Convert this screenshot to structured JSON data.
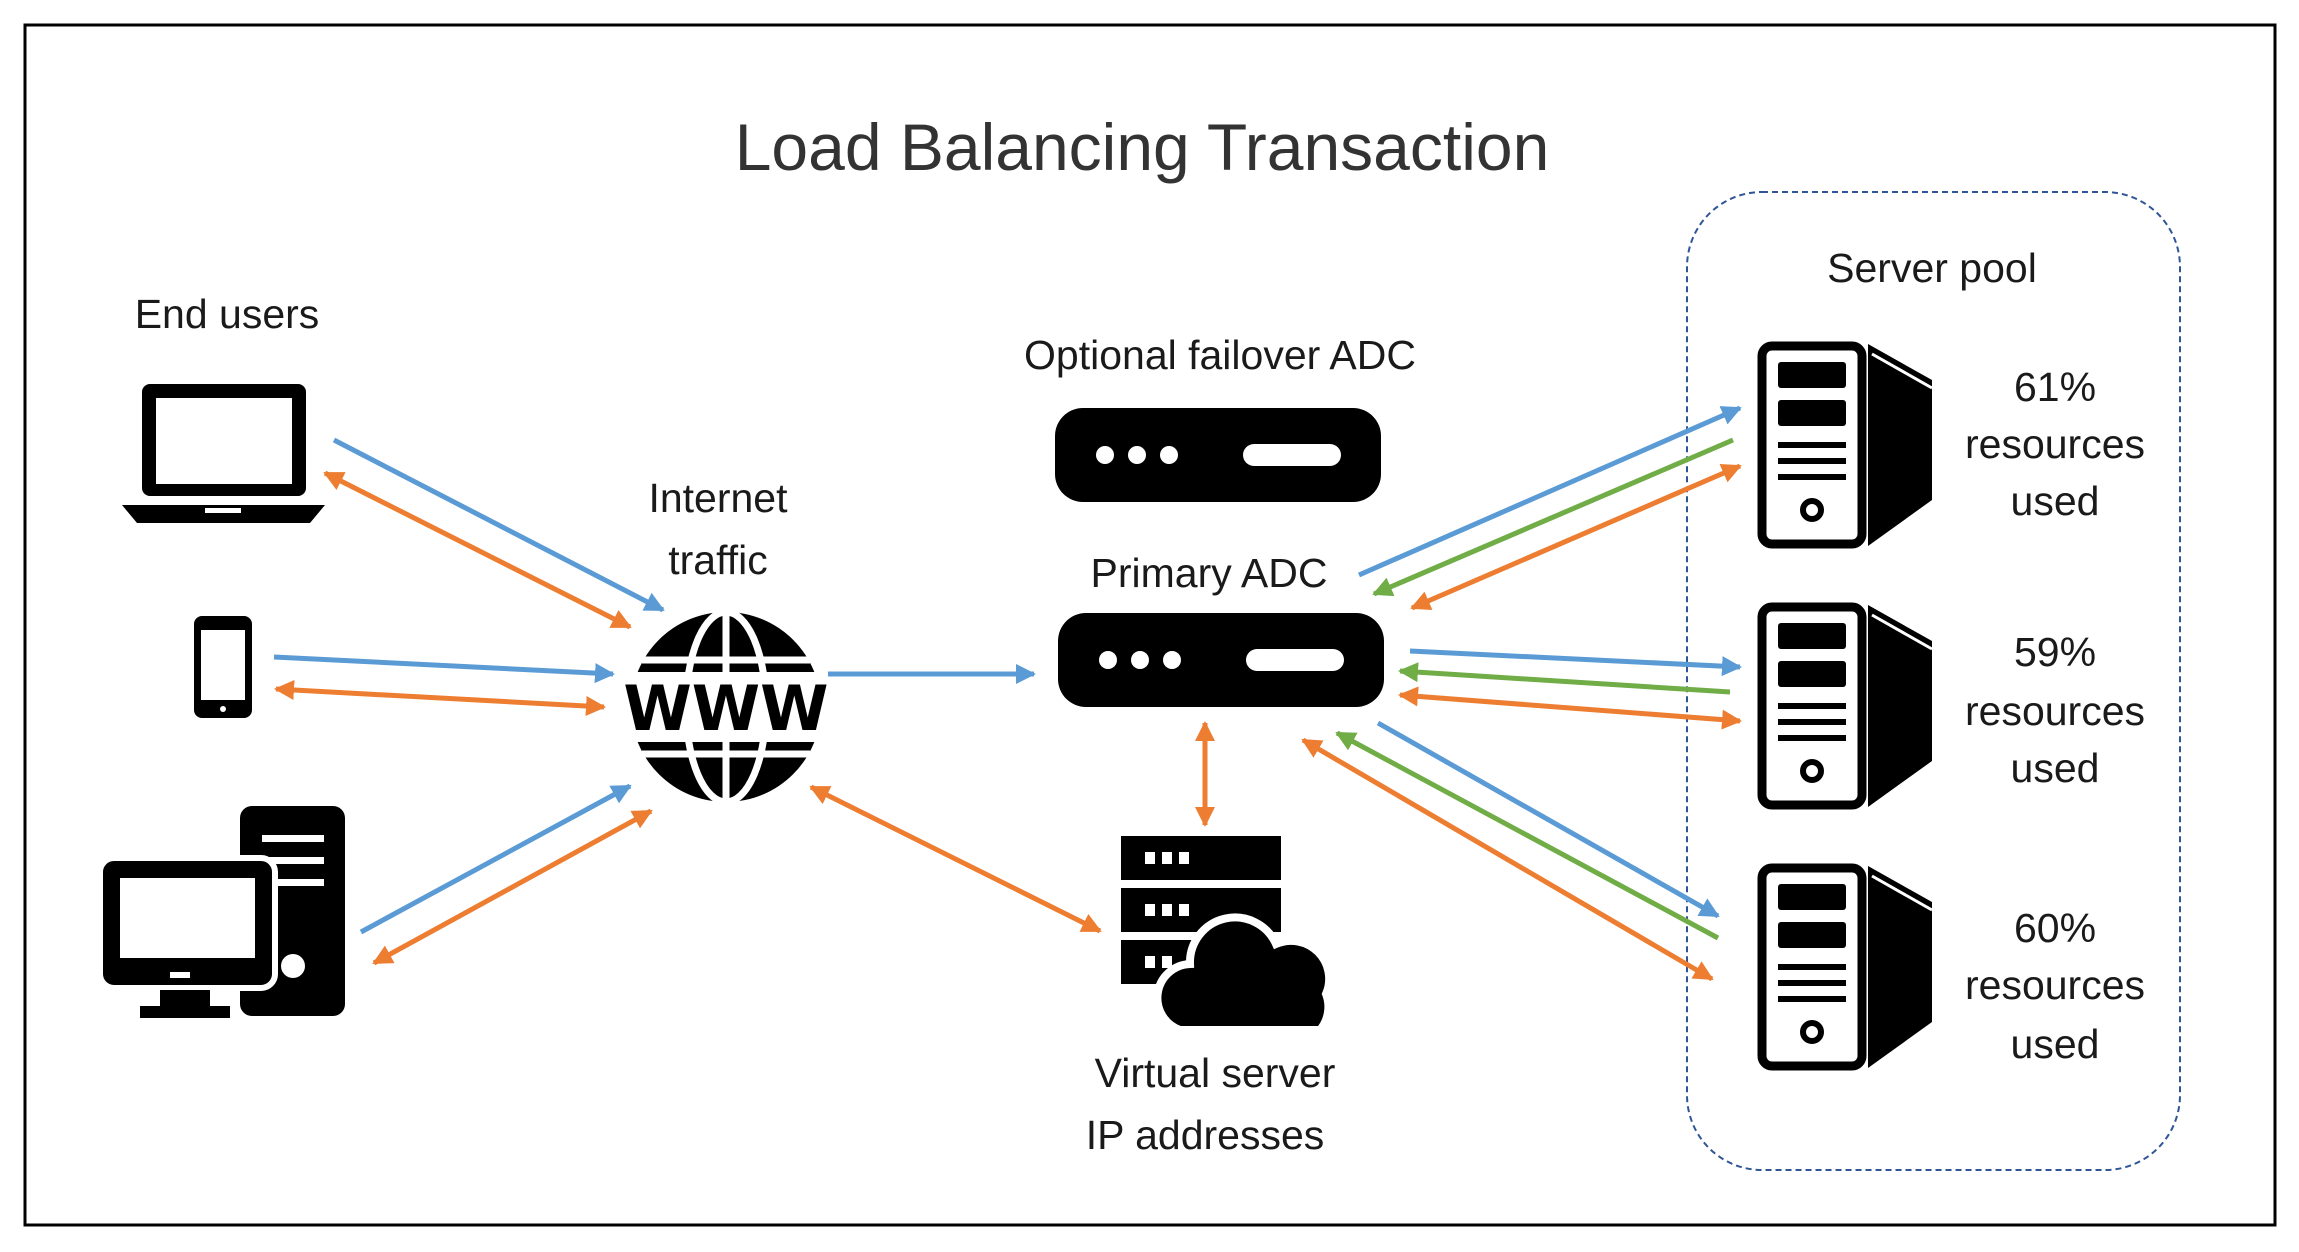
{
  "title": "Load Balancing Transaction",
  "end_users": {
    "label": "End users",
    "devices": [
      "laptop",
      "smartphone",
      "desktop-computer"
    ]
  },
  "internet": {
    "label_line1": "Internet",
    "label_line2": "traffic",
    "icon": "www-globe"
  },
  "failover_adc": {
    "label": "Optional failover ADC"
  },
  "primary_adc": {
    "label": "Primary ADC"
  },
  "virtual_server": {
    "label_line1": "Virtual server",
    "label_line2": "IP addresses"
  },
  "server_pool": {
    "label": "Server pool",
    "servers": [
      {
        "percent": "61%",
        "line2": "resources",
        "line3": "used"
      },
      {
        "percent": "59%",
        "line2": "resources",
        "line3": "used"
      },
      {
        "percent": "60%",
        "line2": "resources",
        "line3": "used"
      }
    ]
  },
  "colors": {
    "request": "#5b9bd5",
    "response": "#ed7d31",
    "health": "#70ad47",
    "icon": "#000000"
  }
}
